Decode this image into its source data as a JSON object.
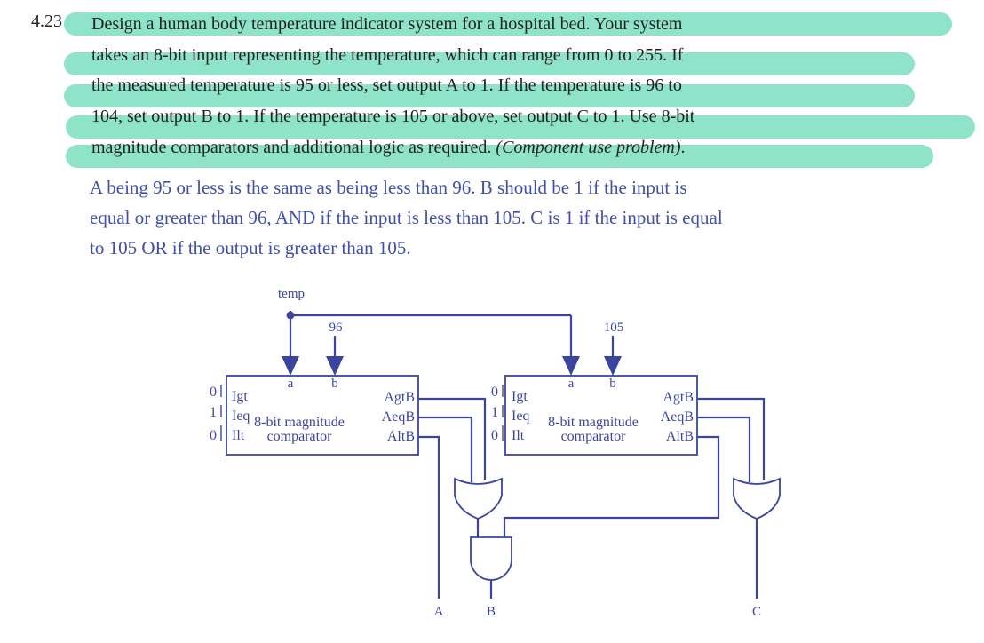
{
  "problem": {
    "number": "4.23",
    "lines": [
      "Design a human body temperature indicator system for a hospital bed. Your system",
      "takes an 8-bit input representing the temperature, which can range from 0 to 255. If",
      "the measured temperature is 95 or less, set output A to 1. If the temperature is 96 to",
      "104, set output B to 1. If the temperature is 105 or above, set output C to 1. Use 8-bit"
    ],
    "last_line_text": "magnitude comparators and additional logic as required. ",
    "last_line_italic": "(Component use problem)",
    "last_line_end": "."
  },
  "answer": {
    "lines": [
      "A being 95 or less is the same as being less than 96. B should be 1 if the input is",
      "equal or greater than 96, AND if the input is less than 105. C is 1 if the input is equal",
      "to 105 OR if the output is greater than 105."
    ]
  },
  "circuit": {
    "input_label": "temp",
    "const1": "96",
    "const2": "105",
    "comparator": {
      "title_line1": "8-bit magnitude",
      "title_line2": "comparator",
      "in_a": "a",
      "in_b": "b",
      "igt": "Igt",
      "ieq": "Ieq",
      "ilt": "Ilt",
      "agtb": "AgtB",
      "aeqb": "AeqB",
      "altb": "AltB"
    },
    "cascade_values": [
      "0",
      "1",
      "0"
    ],
    "outputs": [
      "A",
      "B",
      "C"
    ]
  },
  "colors": {
    "highlight": "#8ee3c8",
    "answer_text": "#3f4faa",
    "circuit": "#3b45a0"
  }
}
